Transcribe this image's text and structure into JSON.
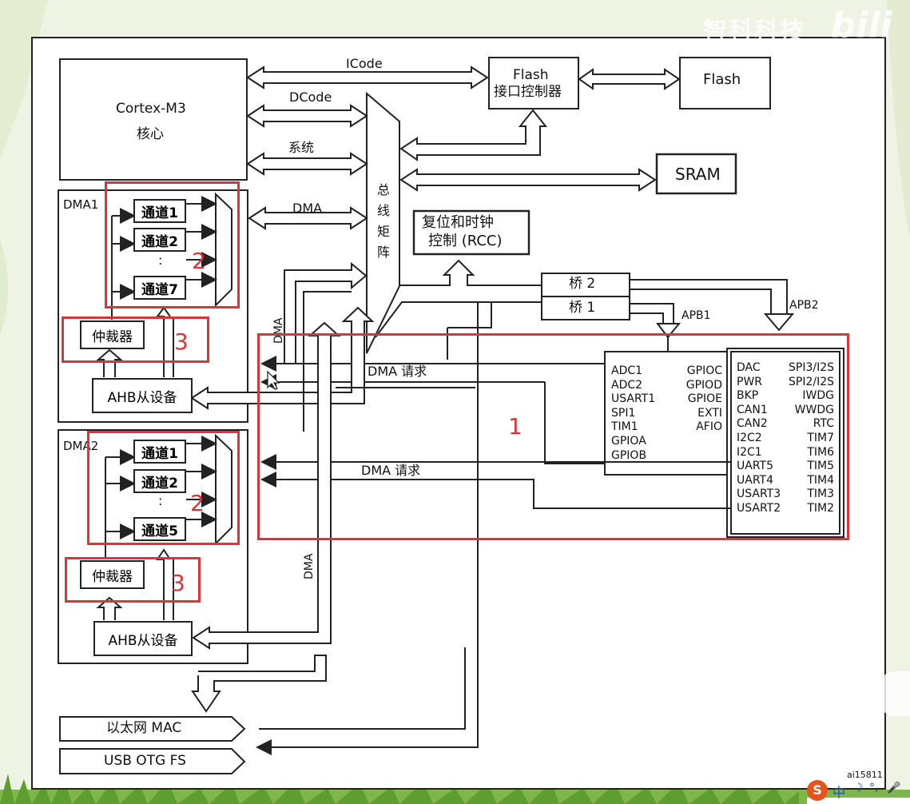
{
  "watermark": {
    "text": "智科科技",
    "logo": "bili"
  },
  "blocks": {
    "cortex_title": "Cortex-M3",
    "cortex_sub": "核心",
    "flash_ctrl_l1": "Flash",
    "flash_ctrl_l2": "接口控制器",
    "flash": "Flash",
    "sram": "SRAM",
    "bus_matrix": "总线矩阵",
    "rcc_l1": "复位和时钟",
    "rcc_l2": "控制 (RCC)",
    "bridge2": "桥 2",
    "bridge1": "桥 1",
    "ethernet": "以太网 MAC",
    "usb": "USB OTG FS"
  },
  "buses": {
    "icode": "ICode",
    "dcode": "DCode",
    "system": "系统",
    "dma": "DMA",
    "dma_v1": "DMA",
    "dma_v2": "DMA",
    "apb1": "APB1",
    "apb2": "APB2",
    "dma_req1": "DMA  请求",
    "dma_req2": "DMA  请求"
  },
  "dma1": {
    "title": "DMA1",
    "ch1": "通道1",
    "ch2": "通道2",
    "dots": ":",
    "ch7": "通道7",
    "arbiter": "仲裁器",
    "ahb": "AHB从设备"
  },
  "dma2": {
    "title": "DMA2",
    "ch1": "通道1",
    "ch2": "通道2",
    "dots": ":",
    "ch5": "通道5",
    "arbiter": "仲裁器",
    "ahb": "AHB从设备"
  },
  "apb2_peripherals": {
    "left": [
      "ADC1",
      "ADC2",
      "USART1",
      "SPI1",
      "TIM1",
      "GPIOA",
      "GPIOB"
    ],
    "right": [
      "GPIOC",
      "GPIOD",
      "GPIOE",
      "EXTI",
      "AFIO"
    ]
  },
  "apb1_peripherals": {
    "left": [
      "DAC",
      "PWR",
      "BKP",
      "CAN1",
      "CAN2",
      "I2C2",
      "I2C1",
      "UART5",
      "UART4",
      "USART3",
      "USART2"
    ],
    "right": [
      "SPI3/I2S",
      "SPI2/I2S",
      "IWDG",
      "WWDG",
      "RTC",
      "TIM7",
      "TIM6",
      "TIM5",
      "TIM4",
      "TIM3",
      "TIM2"
    ]
  },
  "annotations": {
    "n1": "1",
    "n2a": "2",
    "n3a": "3",
    "n2b": "2",
    "n3b": "3"
  },
  "figure_id": "ai15811",
  "ime": {
    "s": "S",
    "lang": "中"
  },
  "colors": {
    "annotation": "#d9353b",
    "line": "#222222",
    "background": "#eef3e4"
  }
}
